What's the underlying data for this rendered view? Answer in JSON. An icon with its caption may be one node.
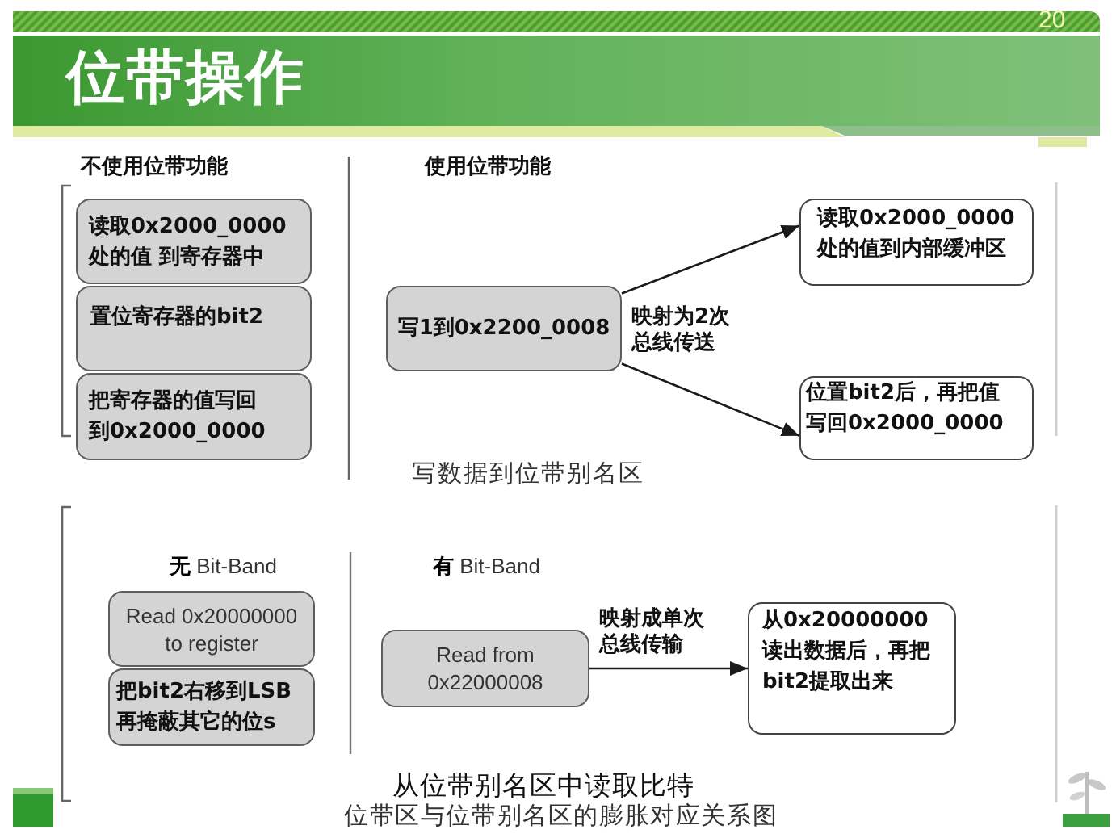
{
  "diagram": {
    "title": "位带操作",
    "caption": "位带区与位带别名区的膨胀对应关系图",
    "nodes": [
      {
        "text": [
          "读取0x2000_0000处的值 到寄存器中"
        ]
      },
      {
        "text": [
          "置位寄存器的bit2"
        ]
      },
      {
        "text": [
          "把寄存器的值写回到0x2000_0000"
        ]
      },
      {
        "text": [
          "写1到0x2200_0008"
        ]
      },
      {
        "text": [
          "读取0x2000_0000处的值到内部缓冲区"
        ]
      },
      {
        "text": [
          "位置bit2后，再把值写回0x2000_0000"
        ]
      },
      {
        "text": [
          "Read 0x20000000 to register"
        ]
      },
      {
        "text": [
          "把bit2右移到LSB再掩蔽其它的位s"
        ]
      },
      {
        "text": [
          "Read from 0x22000008"
        ]
      },
      {
        "text": [
          "从0x20000000读出数据后，再把bit2提取出来"
        ]
      }
    ],
    "edges": [
      {
        "from": 3,
        "to": 4,
        "arrow": "to"
      },
      {
        "from": 3,
        "to": 5,
        "arrow": "to"
      },
      {
        "from": 8,
        "to": 9,
        "arrow": "to",
        "label": "映射成单次总线传输"
      }
    ],
    "labels": [
      "20",
      "不使用位带功能",
      "使用位带功能",
      "映射为2次总线传送",
      "写数据到位带别名区",
      "**无** Bit-Band",
      "**有** Bit-Band",
      "从位带别名区中读取比特"
    ]
  }
}
